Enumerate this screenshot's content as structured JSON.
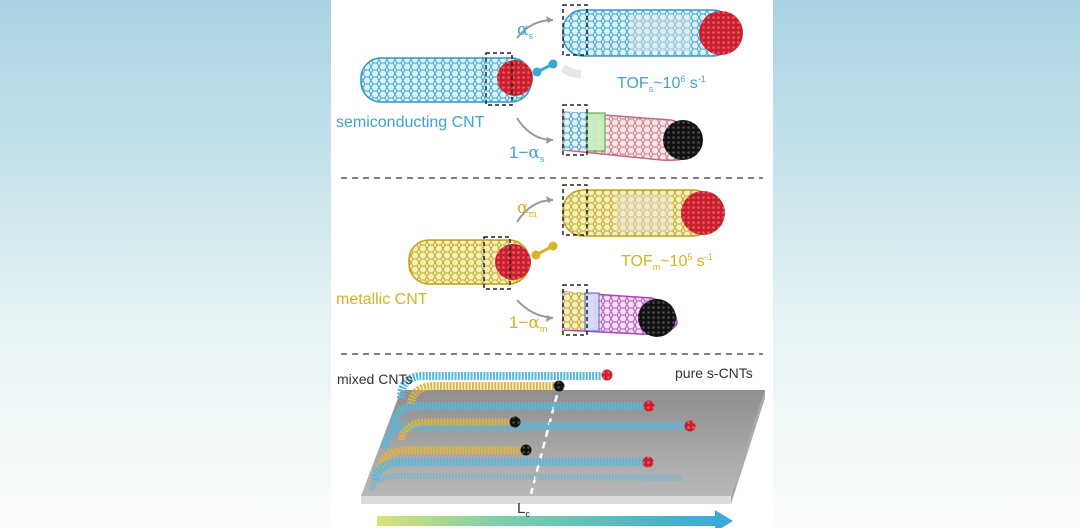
{
  "top": {
    "alpha_symbol": "α",
    "alpha_sub": "s",
    "tof_prefix": "TOF",
    "tof_sub": "s",
    "tof_mid": "~10",
    "tof_exp": "6",
    "tof_unit": " s",
    "tof_unit_exp": "-1",
    "cnt_label": "semiconducting CNT",
    "one_minus": "1−",
    "alpha2": "α",
    "alpha2_sub": "s"
  },
  "middle": {
    "alpha_symbol": "α",
    "alpha_sub": "m",
    "tof_prefix": "TOF",
    "tof_sub": "m",
    "tof_mid": "~10",
    "tof_exp": "5",
    "tof_unit": " s",
    "tof_unit_exp": "-1",
    "cnt_label": "metallic CNT",
    "one_minus": "1−",
    "alpha2": "α",
    "alpha2_sub": "m"
  },
  "bottom": {
    "left_label": "mixed CNTs",
    "right_label": "pure s-CNTs",
    "axis_label": "L",
    "axis_sub": "c"
  },
  "colors": {
    "semiconducting": "#56b8dd",
    "metallic": "#d7b82a",
    "catalyst": "#d42a36",
    "deactivated": "#1a1a1a",
    "substrate": "#9a9a9a"
  }
}
